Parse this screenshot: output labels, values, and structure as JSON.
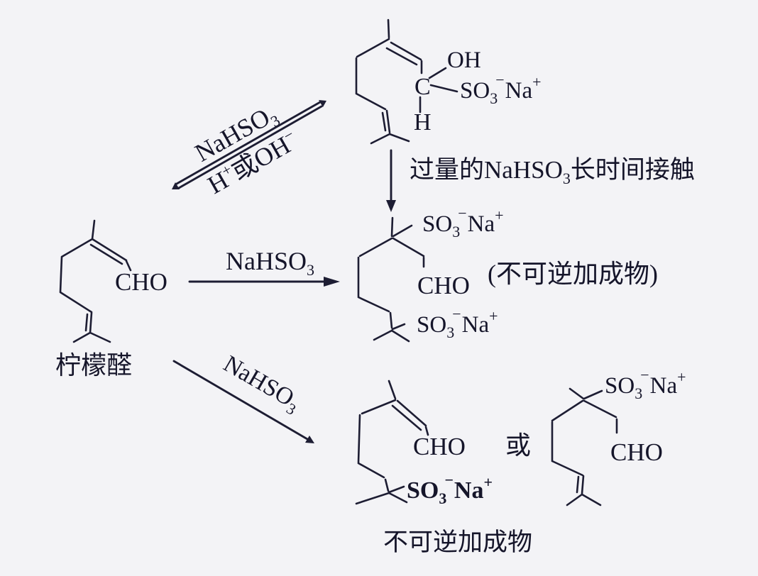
{
  "colors": {
    "background": "#f3f3f6",
    "ink": "#1d1d33",
    "text": "#15152a"
  },
  "formulas": {
    "cho": "CHO",
    "oh": "OH",
    "c": "C",
    "h": "H",
    "so": "SO",
    "sub3": "3",
    "minus": "−",
    "na": "Na",
    "plus": "+",
    "nahso": "NaHSO"
  },
  "arrows": {
    "equilibrium": {
      "reagent": "NaHSO",
      "reagent_sub": "3",
      "h": "H",
      "h_sup": "+",
      "or": "或",
      "oh": "OH",
      "oh_sup": "−"
    },
    "excess": {
      "pre": "过量的",
      "reagent": "NaHSO",
      "reagent_sub": "3",
      "post": "长时间接触"
    },
    "middle": {
      "reagent": "NaHSO",
      "reagent_sub": "3"
    },
    "bottom": {
      "reagent": "NaHSO",
      "reagent_sub": "3"
    }
  },
  "labels": {
    "citral": "柠檬醛",
    "note": "(不可逆加成物)",
    "or": "或",
    "product": "不可逆加成物"
  }
}
